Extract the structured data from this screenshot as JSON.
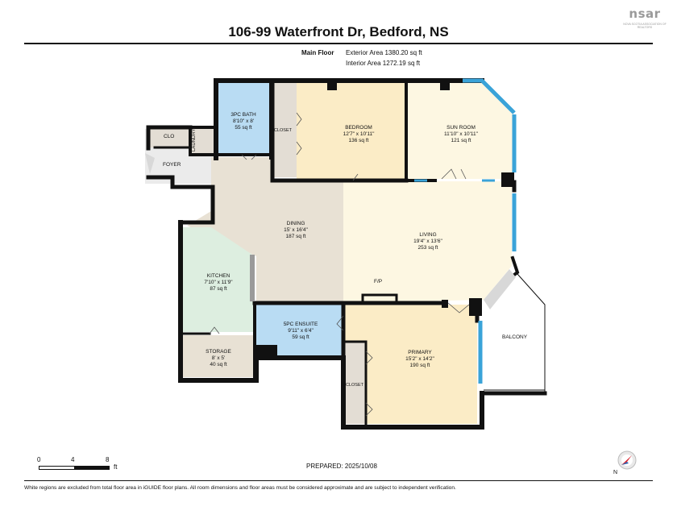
{
  "header": {
    "logo_text": "nsar",
    "logo_subtext": "NOVA SCOTIA ASSOCIATION OF REALTORS",
    "address_title": "106-99 Waterfront Dr, Bedford, NS"
  },
  "floor": {
    "name": "Main Floor",
    "exterior_area": "Exterior Area 1380.20 sq ft",
    "interior_area": "Interior Area 1272.19 sq ft"
  },
  "rooms": {
    "bath": {
      "name": "3PC BATH",
      "dims": "8'10\" x 8'",
      "area": "55 sq ft"
    },
    "laundry": {
      "name": "LAUNDRY"
    },
    "clo": {
      "name": "CLO"
    },
    "foyer": {
      "name": "FOYER"
    },
    "closet1": {
      "name": "CLOSET"
    },
    "bedroom": {
      "name": "BEDROOM",
      "dims": "12'7\" x 10'11\"",
      "area": "136 sq ft"
    },
    "sunroom": {
      "name": "SUN ROOM",
      "dims": "11'10\" x 10'11\"",
      "area": "121 sq ft"
    },
    "dining": {
      "name": "DINING",
      "dims": "15' x 16'4\"",
      "area": "187 sq ft"
    },
    "living": {
      "name": "LIVING",
      "dims": "19'4\" x 13'6\"",
      "area": "253 sq ft"
    },
    "kitchen": {
      "name": "KITCHEN",
      "dims": "7'10\" x 11'9\"",
      "area": "87 sq ft"
    },
    "ensuite": {
      "name": "5PC ENSUITE",
      "dims": "9'11\" x 6'4\"",
      "area": "59 sq ft"
    },
    "storage": {
      "name": "STORAGE",
      "dims": "8' x 5'",
      "area": "40 sq ft"
    },
    "primary": {
      "name": "PRIMARY",
      "dims": "15'2\" x 14'2\"",
      "area": "190 sq ft"
    },
    "closet2": {
      "name": "CLOSET"
    },
    "fp": {
      "name": "F/P"
    },
    "balcony": {
      "name": "BALCONY"
    }
  },
  "scale_bar": {
    "ticks": [
      "0",
      "4",
      "8"
    ],
    "unit": "ft"
  },
  "prepared": "PREPARED: 2025/10/08",
  "compass_label": "N",
  "footer_note": "White regions are excluded from total floor area in iGUIDE floor plans. All room dimensions and floor areas must be considered approximate and are subject to independent verification.",
  "colors": {
    "wall": "#111111",
    "bath_blue": "#b9dcf3",
    "bedroom_yellow": "#fbecc6",
    "sunroom_cream": "#fdf7e2",
    "dining_beige": "#e8e1d4",
    "kitchen_green": "#ddeee0",
    "closet_gray": "#e3ddd4",
    "window_blue": "#3aa3d8"
  }
}
